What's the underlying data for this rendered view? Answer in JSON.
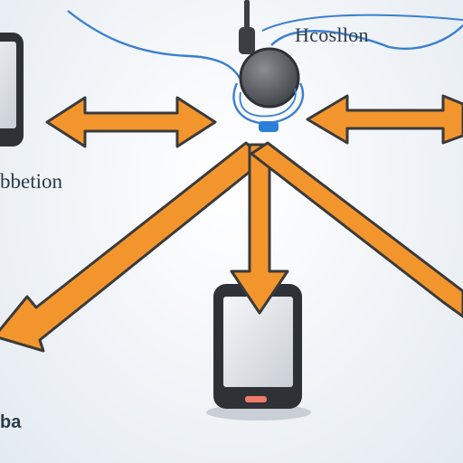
{
  "labels": {
    "top_right": "Hcosllon",
    "left": "bbetion",
    "bottom_left": "ba"
  },
  "colors": {
    "arrow_fill": "#f3952d",
    "arrow_outline": "#3a3a3a",
    "cable": "#3a7fd0",
    "device_body": "#2e3236",
    "device_screen": "#d6dbe0",
    "speaker_grey": "#5d6166",
    "status_led": "#ee7b6b",
    "connector_blue": "#2c7fd6"
  },
  "icons": {
    "hub": "speaker-headset-icon",
    "phone_left": "smartphone-icon",
    "phone_bottom": "smartphone-icon"
  }
}
